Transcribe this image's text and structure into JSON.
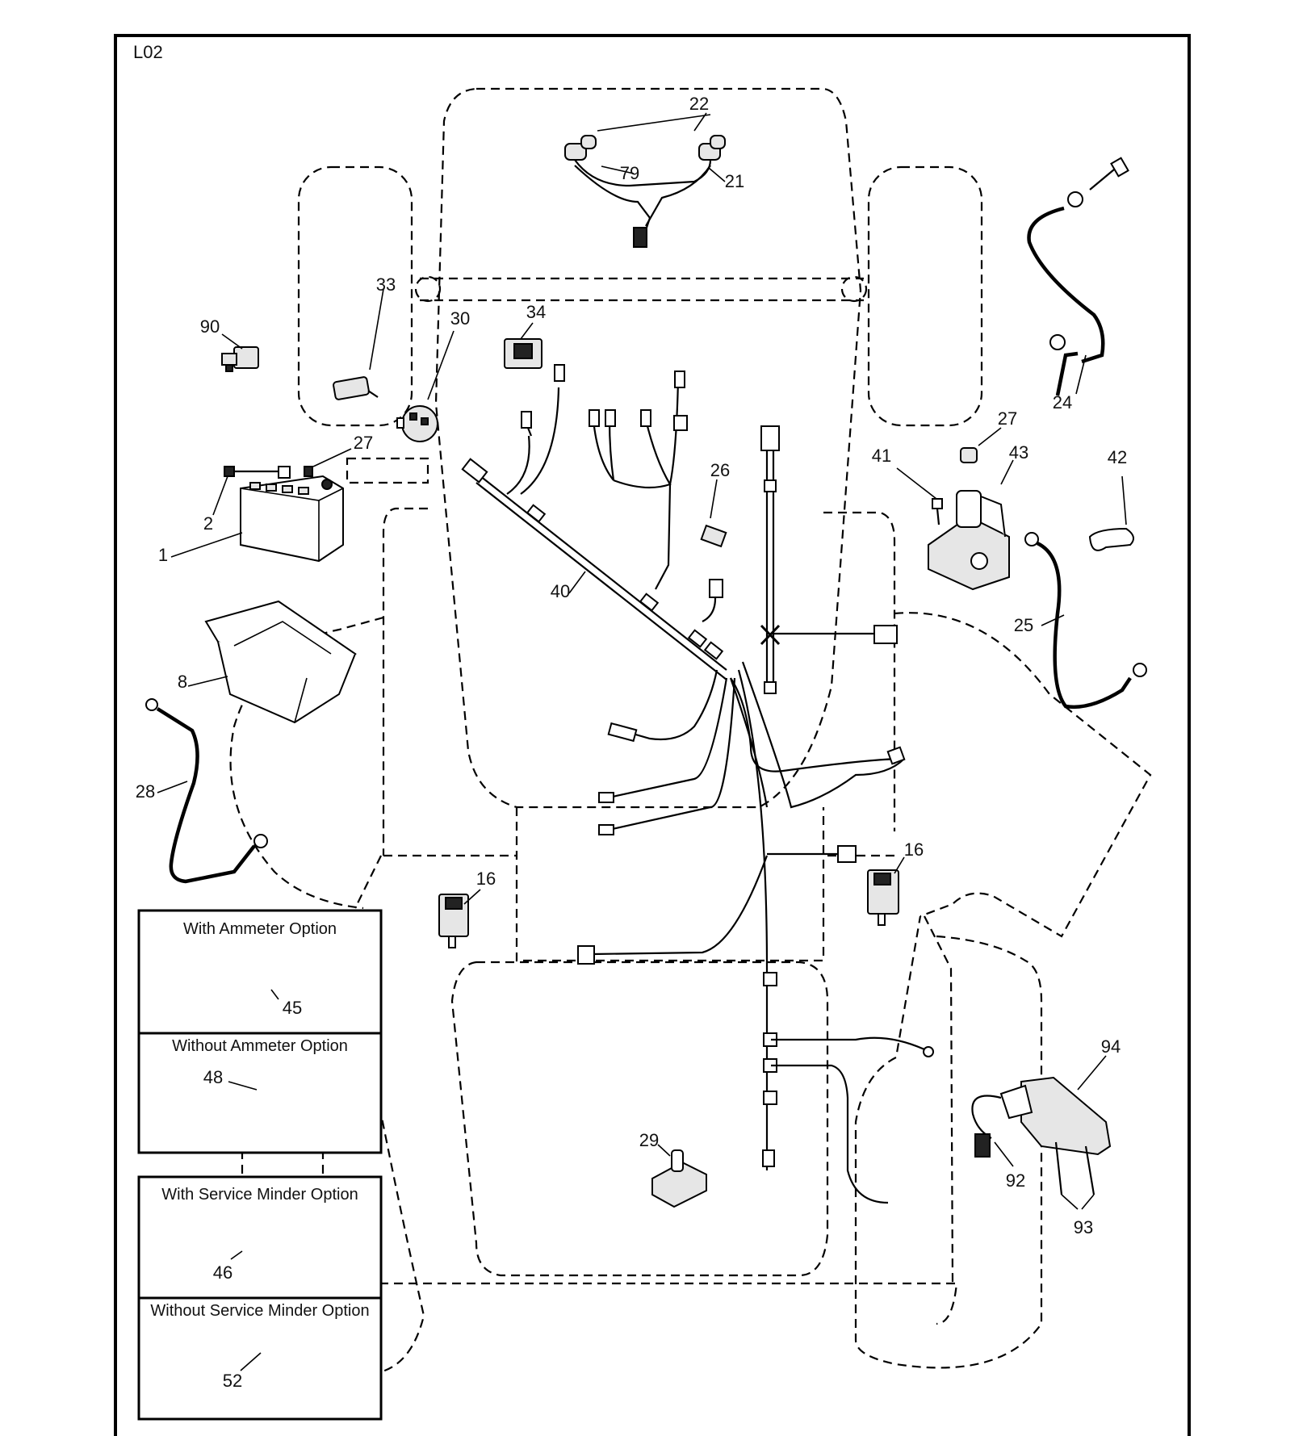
{
  "page_code": "L02",
  "part_labels": {
    "p1": "1",
    "p2": "2",
    "p8": "8",
    "p16a": "16",
    "p16b": "16",
    "p21": "21",
    "p22": "22",
    "p24": "24",
    "p25": "25",
    "p26": "26",
    "p27a": "27",
    "p27b": "27",
    "p28": "28",
    "p29": "29",
    "p30": "30",
    "p33": "33",
    "p34": "34",
    "p40": "40",
    "p41": "41",
    "p42": "42",
    "p43": "43",
    "p45": "45",
    "p46": "46",
    "p48": "48",
    "p52": "52",
    "p79": "79",
    "p90": "90",
    "p92": "92",
    "p93": "93",
    "p94": "94"
  },
  "option_boxes": {
    "ammeter": {
      "with": "With Ammeter Option",
      "without": "Without Ammeter Option"
    },
    "service_minder": {
      "with": "With Service Minder Option",
      "without": "Without Service Minder Option"
    }
  }
}
